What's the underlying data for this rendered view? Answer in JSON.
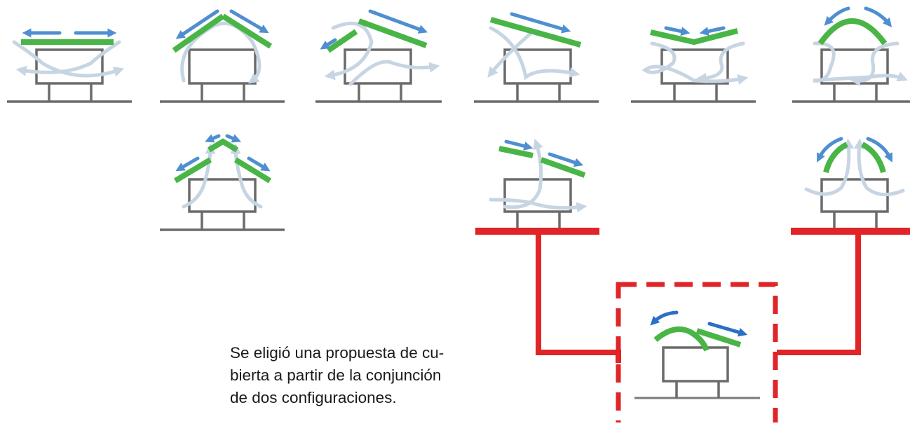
{
  "caption": {
    "line1": "Se eligió una propuesta de cu-",
    "line2": "bierta a partir de la conjunción",
    "line3": "de dos configuraciones."
  },
  "colors": {
    "roof_panel": "#49b546",
    "rain_runoff": "#4f8fd1",
    "wind_flow": "#c7d5e3",
    "building": "#6b6b6b",
    "selection_connector": "#e02427"
  }
}
